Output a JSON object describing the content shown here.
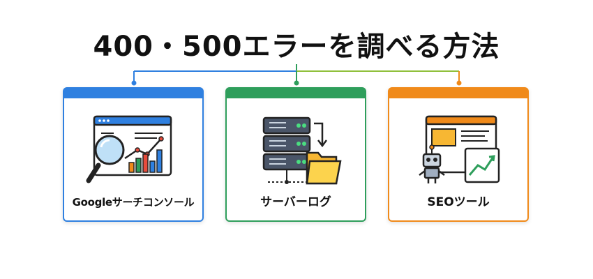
{
  "title": "400・500エラーを調べる方法",
  "colors": {
    "blue": "#2f80e0",
    "green": "#2e9e5b",
    "orange": "#f08a1a",
    "text": "#111111"
  },
  "cards": [
    {
      "label": "Googleサーチコンソール",
      "icon": "search-console-icon"
    },
    {
      "label": "サーバーログ",
      "icon": "server-log-icon"
    },
    {
      "label": "SEOツール",
      "icon": "seo-tool-icon"
    }
  ]
}
